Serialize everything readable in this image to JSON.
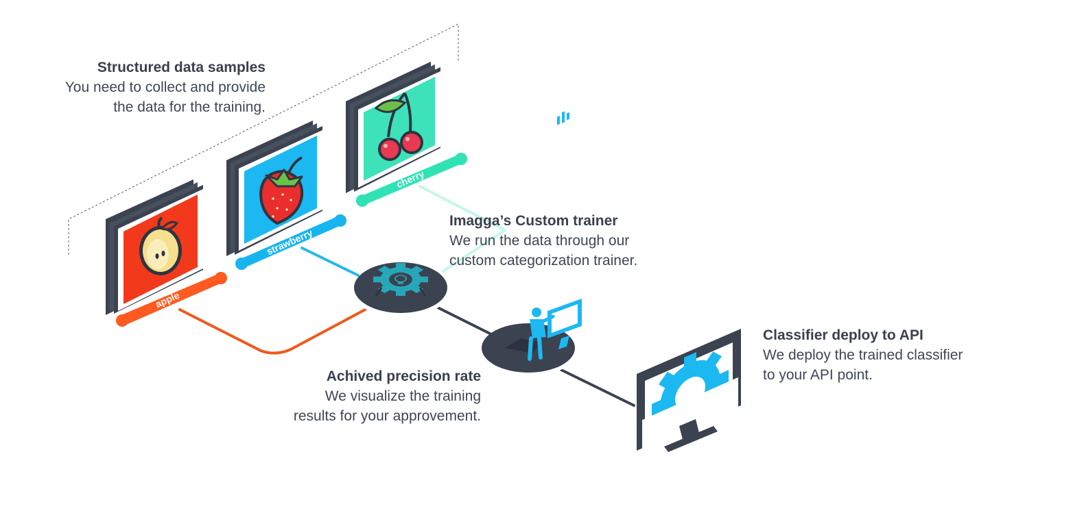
{
  "structured_data": {
    "title": "Structured data samples",
    "line1": "You need to collect and provide",
    "line2": "the data for the training."
  },
  "custom_trainer": {
    "title": "Imagga’s Custom trainer",
    "line1": "We run the data through our",
    "line2": "custom categorization trainer."
  },
  "precision": {
    "title": "Achived precision rate",
    "line1": "We visualize the training",
    "line2": "results for your approvement."
  },
  "deploy": {
    "title": "Classifier deploy to API",
    "line1": "We deploy the trained classifier",
    "line2": "to your API point."
  },
  "samples": [
    {
      "label": "apple",
      "icon": "apple-icon",
      "color": "#ff5a1f",
      "screen": "#f2391c"
    },
    {
      "label": "strawberry",
      "icon": "strawberry-icon",
      "color": "#17b5ef",
      "screen": "#1cb8f2"
    },
    {
      "label": "cherry",
      "icon": "cherry-icon",
      "color": "#2fe3b5",
      "screen": "#3de2ba"
    }
  ],
  "colors": {
    "dark": "#3b4250",
    "apple_line": "#ee5a1c",
    "strawberry_line": "#27b8ee",
    "cherry_line": "#bff5e6",
    "accent_blue": "#1cb8f2",
    "gear_teal": "#27a7b8"
  },
  "icons": [
    "gear-lightbulb-icon",
    "presenter-chart-icon",
    "monitor-gear-icon"
  ]
}
